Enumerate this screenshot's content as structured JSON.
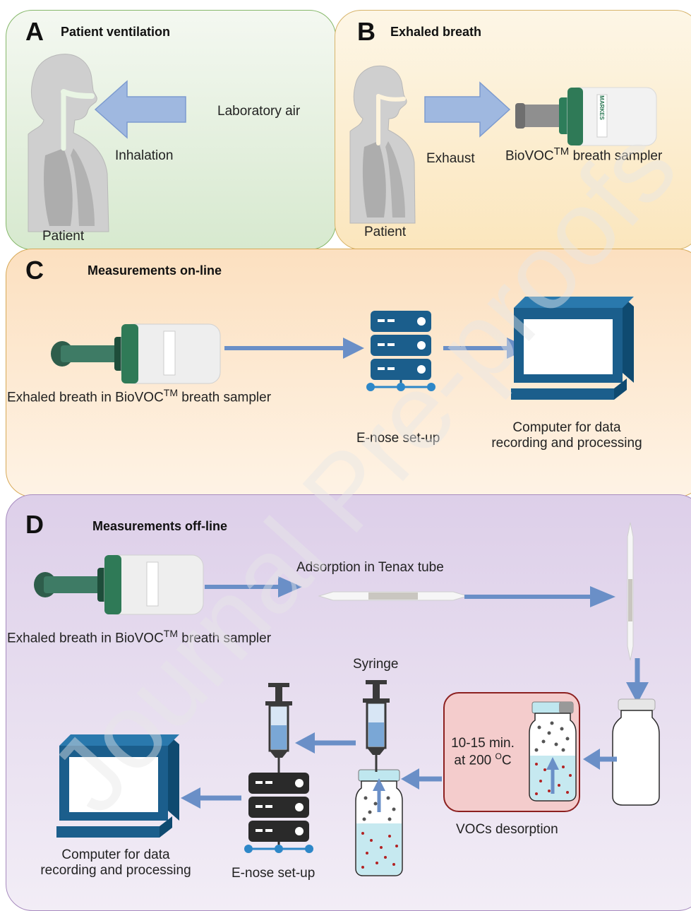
{
  "panels": {
    "a": {
      "letter": "A",
      "title": "Patient ventilation",
      "patient": "Patient",
      "air": "Laboratory air",
      "inhalation": "Inhalation"
    },
    "b": {
      "letter": "B",
      "title": "Exhaled breath",
      "patient": "Patient",
      "exhaust": "Exhaust",
      "sampler_main": "BioVOC",
      "sampler_tm": "TM",
      "sampler_rest": " breath sampler"
    },
    "c": {
      "letter": "C",
      "title": "Measurements on-line",
      "breath_main": "Exhaled breath in BioVOC",
      "breath_tm": "TM",
      "breath_rest": " breath sampler",
      "enose": "E-nose set-up",
      "computer_l1": "Computer for data",
      "computer_l2": "recording and processing"
    },
    "d": {
      "letter": "D",
      "title": "Measurements off-line",
      "breath_main": "Exhaled breath in BioVOC",
      "breath_tm": "TM",
      "breath_rest": " breath sampler",
      "tenax": "Adsorption in Tenax tube",
      "syringe": "Syringe",
      "temp_l1": "10-15 min.",
      "temp_l2": "at 200 ",
      "temp_sup": "O",
      "temp_unit": "C",
      "desorption": "VOCs desorption",
      "computer_l1": "Computer for data",
      "computer_l2": "recording and processing",
      "enose": "E-nose set-up"
    }
  },
  "sampler_label": "MARKES",
  "watermark": "Journal Pre-proofs",
  "colors": {
    "panel_a": "#dcebd6",
    "panel_b": "#fcebc8",
    "panel_c": "#fde4c6",
    "panel_d": "#e2d7ea",
    "arrow": "#6a8fc7",
    "device": "#1b5e8c",
    "heating": "#f4cccc"
  }
}
